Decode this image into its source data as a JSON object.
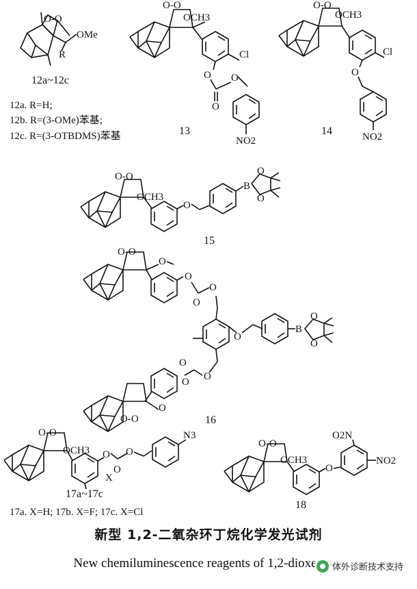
{
  "compounds": {
    "c12": {
      "label": "12a~12c",
      "substituent_label": "R",
      "ome": "OMe",
      "notes": [
        "12a. R=H;",
        "12b. R=(3-OMe)苯基;",
        "12c. R=(3-OTBDMS)苯基"
      ]
    },
    "c13": {
      "label": "13",
      "och3": "OCH3",
      "cl": "Cl",
      "no2": "NO2"
    },
    "c14": {
      "label": "14",
      "och3": "OCH3",
      "cl": "Cl",
      "no2": "NO2"
    },
    "c15": {
      "label": "15",
      "och3": "OCH3",
      "boron": "B"
    },
    "c16": {
      "label": "16",
      "boron": "B"
    },
    "c17": {
      "label": "17a~17c",
      "och3": "OCH3",
      "x": "X",
      "n3": "N3",
      "notes": "17a. X=H;  17b. X=F;  17c. X=Cl"
    },
    "c18": {
      "label": "18",
      "och3": "OCH3",
      "no2_top": "O2N",
      "no2_right": "NO2"
    }
  },
  "caption": {
    "chinese": "新型 1,2-二氧杂环丁烷化学发光试剂",
    "english": "New chemiluminescence reagents of 1,2-dioxetanes"
  },
  "watermark": "体外诊断技术支持",
  "icons": {
    "watermark_logo": "wechat-logo-icon"
  }
}
